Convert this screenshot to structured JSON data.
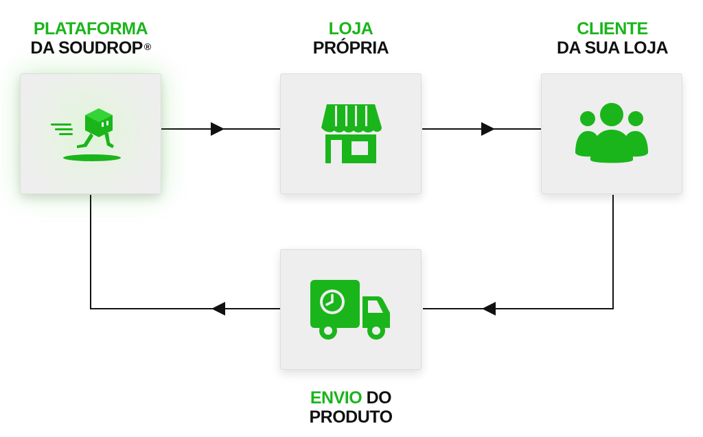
{
  "nodes": {
    "plataforma": {
      "line1": "PLATAFORMA",
      "line2": "DA SOUDROP",
      "mark": "®",
      "icon": "running-box-mascot-icon"
    },
    "loja": {
      "line1": "LOJA",
      "line2": "PRÓPRIA",
      "icon": "storefront-icon"
    },
    "cliente": {
      "line1": "CLIENTE",
      "line2": "DA SUA LOJA",
      "icon": "customers-group-icon"
    },
    "envio": {
      "line1a": "ENVIO",
      "line1b": "DO",
      "line2": "PRODUTO",
      "icon": "delivery-truck-clock-icon"
    }
  },
  "colors": {
    "accent": "#1ab51a",
    "text": "#111111",
    "card": "#eeeeee",
    "line": "#111111"
  }
}
